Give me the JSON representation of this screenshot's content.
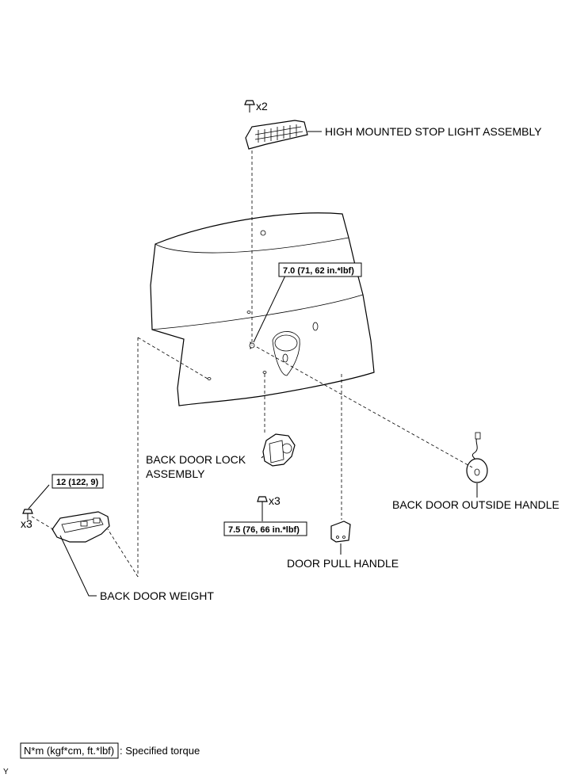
{
  "labels": {
    "stop_light": "HIGH MOUNTED STOP LIGHT ASSEMBLY",
    "lock_line1": "BACK DOOR LOCK",
    "lock_line2": "ASSEMBLY",
    "outside_handle": "BACK DOOR OUTSIDE HANDLE",
    "pull_handle": "DOOR PULL HANDLE",
    "weight": "BACK DOOR WEIGHT"
  },
  "quantities": {
    "stop_light_screws": "x2",
    "lock_bolts": "x3",
    "weight_bolts": "x3"
  },
  "torques": {
    "outside_handle_bolt": "7.0 (71, 62 in.*lbf)",
    "lock_bolt": "7.5 (76, 66 in.*lbf)",
    "weight_bolt": "12 (122, 9)"
  },
  "legend": {
    "unit": "N*m (kgf*cm, ft.*lbf)",
    "description": ": Specified torque"
  },
  "corner_code": "Y"
}
